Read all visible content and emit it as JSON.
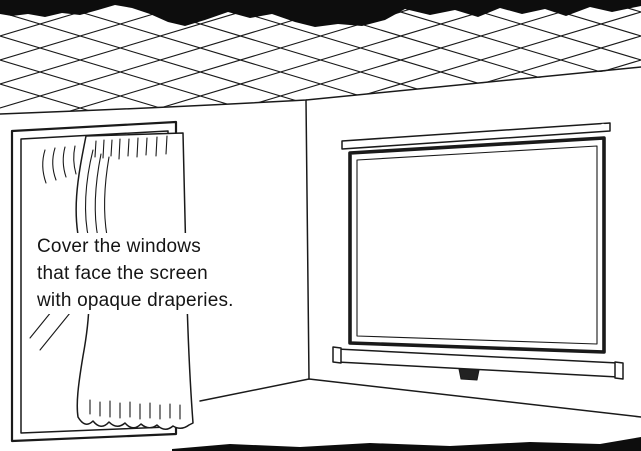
{
  "illustration": {
    "caption": {
      "line1": "Cover the windows",
      "line2": "that face the screen",
      "line3": "with opaque draperies."
    },
    "colors": {
      "ink": "#1a1a1a",
      "paper": "#ffffff"
    }
  }
}
